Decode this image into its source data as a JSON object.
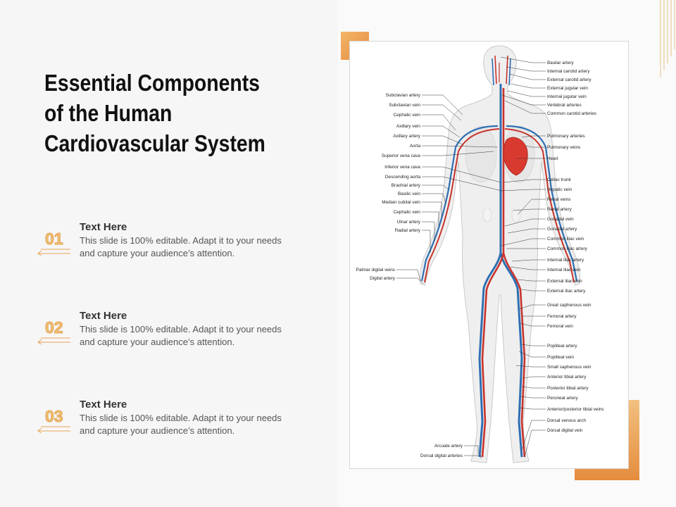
{
  "title_lines": [
    "Essential Components",
    "of the Human",
    "Cardiovascular System"
  ],
  "items": [
    {
      "number": "01",
      "heading": "Text Here",
      "body_line1": "This slide is 100% editable. Adapt it to your needs",
      "body_line2": "and capture your audience’s attention."
    },
    {
      "number": "02",
      "heading": "Text Here",
      "body_line1": "This slide is 100% editable. Adapt it to your needs",
      "body_line2": "and capture your audience’s attention."
    },
    {
      "number": "03",
      "heading": "Text Here",
      "body_line1": "This slide is 100% editable. Adapt it to your needs",
      "body_line2": "and capture your audience’s attention."
    }
  ],
  "diagram": {
    "left_labels": [
      "Subclavian artery",
      "Subclavian vein",
      "Cephalic vein",
      "Axillary vein",
      "Axillary artery",
      "Aorta",
      "Superior vena cava",
      "Inferior vena cava",
      "Descending aorta",
      "Brachial artery",
      "Basilic vein",
      "Median cubital vein",
      "Cephalic vein",
      "Ulnar artery",
      "Radial artery",
      "Palmar digital veins",
      "Digital artery",
      "Arcuate artery",
      "Dorsal digital arteries"
    ],
    "right_labels": [
      "Basilar artery",
      "Internal carotid artery",
      "External carotid artery",
      "External jugular vein",
      "Internal jugular vein",
      "Vertebral arteries",
      "Common carotid arteries",
      "Pulmonary arteries",
      "Pulmonary veins",
      "Heart",
      "Celiac trunk",
      "Hepatic vein",
      "Renal veins",
      "Renal artery",
      "Gonadal vein",
      "Gonadal artery",
      "Common iliac vein",
      "Common iliac artery",
      "Internal iliac artery",
      "Internal iliac vein",
      "External iliac vein",
      "External iliac artery",
      "Great saphenous vein",
      "Femoral artery",
      "Femoral vein",
      "Popliteal artery",
      "Popliteal vein",
      "Small saphenous vein",
      "Anterior tibial artery",
      "Posterior tibial artery",
      "Peroneal artery",
      "Anterior/posterior tibial veins",
      "Dorsal venous arch",
      "Dorsal digital vein"
    ]
  },
  "colors": {
    "accent": "#e58c3d",
    "artery": "#c8332b",
    "vein": "#2f6fb3"
  }
}
